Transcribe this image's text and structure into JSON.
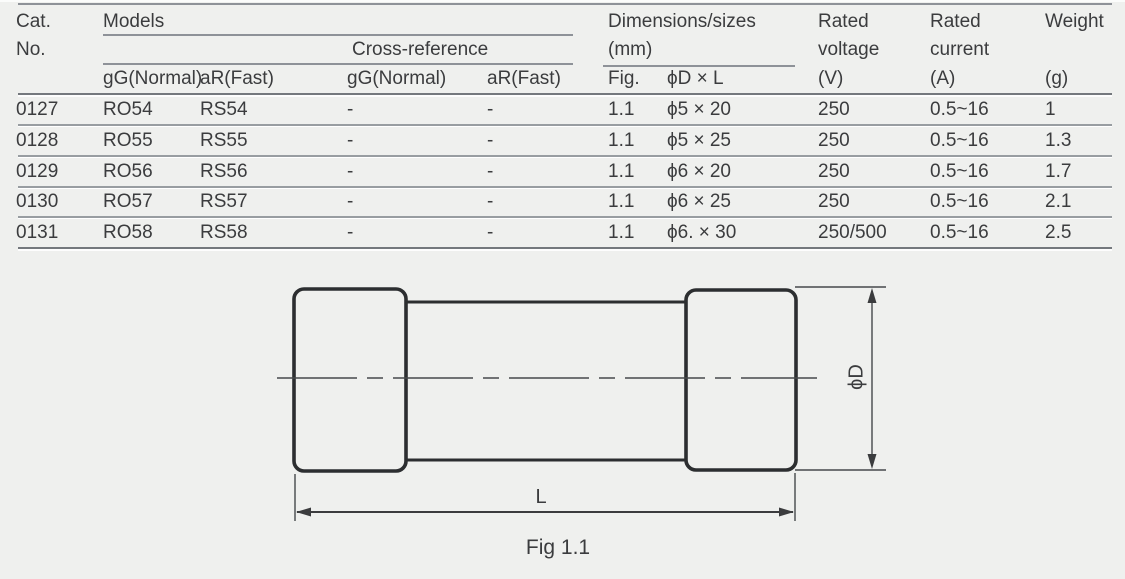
{
  "colors": {
    "background": "#eff0ee",
    "text": "#3b3c3e",
    "table_line": "#8e9298",
    "table_line_heavy": "#74787d",
    "drawing_line": "#2c2e30"
  },
  "table": {
    "headers": {
      "cat_line1": "Cat.",
      "cat_line2": "No.",
      "models": "Models",
      "cross_reference": "Cross-reference",
      "dims_line1": "Dimensions/sizes",
      "dims_line2": "(mm)",
      "rated_voltage_line1": "Rated",
      "rated_voltage_line2": "voltage",
      "rated_voltage_unit": "(V)",
      "rated_current_line1": "Rated",
      "rated_current_line2": "current",
      "rated_current_unit": "(A)",
      "weight": "Weight",
      "weight_unit": "(g)",
      "sub_model_gg": "gG(Normal)",
      "sub_model_ar": "aR(Fast)",
      "sub_cross_gg": "gG(Normal)",
      "sub_cross_ar": "aR(Fast)",
      "sub_fig": "Fig.",
      "sub_dxl": "ϕD × L"
    },
    "rows": [
      {
        "cat": "0127",
        "model_gg": "RO54",
        "model_ar": "RS54",
        "cross_gg": "-",
        "cross_ar": "-",
        "fig": "1.1",
        "dxl": "ϕ5 × 20",
        "voltage": "250",
        "current": "0.5~16",
        "weight": "1"
      },
      {
        "cat": "0128",
        "model_gg": "RO55",
        "model_ar": "RS55",
        "cross_gg": "-",
        "cross_ar": "-",
        "fig": "1.1",
        "dxl": "ϕ5 × 25",
        "voltage": "250",
        "current": "0.5~16",
        "weight": "1.3"
      },
      {
        "cat": "0129",
        "model_gg": "RO56",
        "model_ar": "RS56",
        "cross_gg": "-",
        "cross_ar": "-",
        "fig": "1.1",
        "dxl": "ϕ6 × 20",
        "voltage": "250",
        "current": "0.5~16",
        "weight": "1.7"
      },
      {
        "cat": "0130",
        "model_gg": "RO57",
        "model_ar": "RS57",
        "cross_gg": "-",
        "cross_ar": "-",
        "fig": "1.1",
        "dxl": "ϕ6 × 25",
        "voltage": "250",
        "current": "0.5~16",
        "weight": "2.1"
      },
      {
        "cat": "0131",
        "model_gg": "RO58",
        "model_ar": "RS58",
        "cross_gg": "-",
        "cross_ar": "-",
        "fig": "1.1",
        "dxl": "ϕ6. × 30",
        "voltage": "250/500",
        "current": "0.5~16",
        "weight": "2.5"
      }
    ]
  },
  "figure": {
    "diameter_label": "ϕD",
    "length_label": "L",
    "caption": "Fig 1.1"
  }
}
